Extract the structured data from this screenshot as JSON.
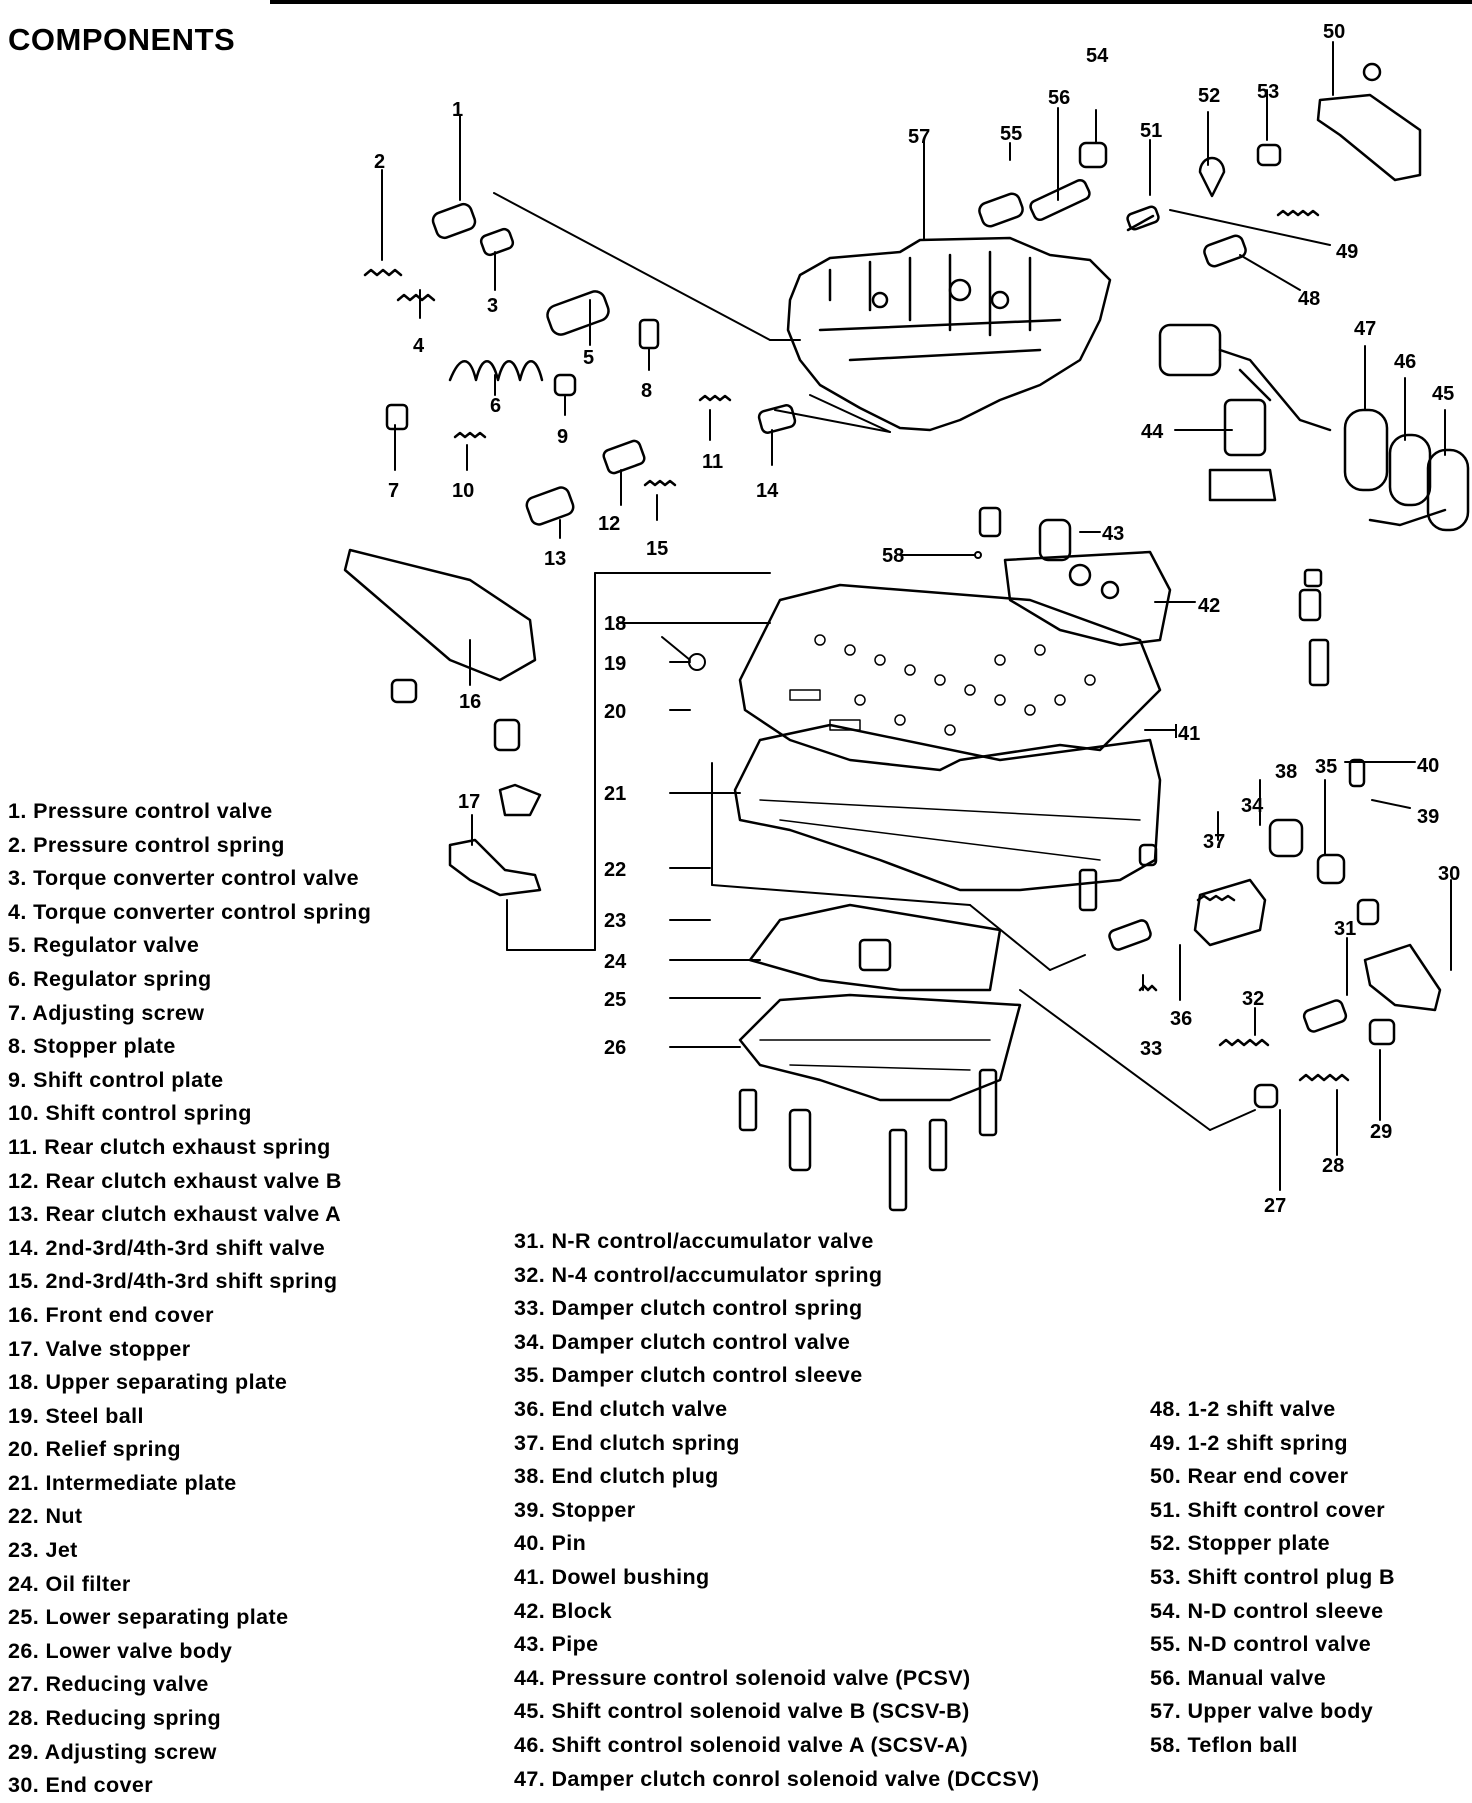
{
  "title": "COMPONENTS",
  "callout_numbers": [
    "1",
    "2",
    "3",
    "4",
    "5",
    "6",
    "7",
    "8",
    "9",
    "10",
    "11",
    "12",
    "13",
    "14",
    "15",
    "16",
    "17",
    "18",
    "19",
    "20",
    "21",
    "22",
    "23",
    "24",
    "25",
    "26",
    "27",
    "28",
    "29",
    "30",
    "31",
    "32",
    "33",
    "34",
    "35",
    "36",
    "37",
    "38",
    "39",
    "40",
    "41",
    "42",
    "43",
    "44",
    "45",
    "46",
    "47",
    "48",
    "49",
    "50",
    "51",
    "52",
    "53",
    "54",
    "55",
    "56",
    "57",
    "58"
  ],
  "legend_left": [
    "1. Pressure control valve",
    "2. Pressure control spring",
    "3. Torque converter control valve",
    "4. Torque converter control spring",
    "5. Regulator valve",
    "6. Regulator spring",
    "7. Adjusting screw",
    "8. Stopper plate",
    "9. Shift control plate",
    "10. Shift control spring",
    "11. Rear clutch exhaust spring",
    "12. Rear clutch exhaust valve B",
    "13. Rear clutch exhaust valve A",
    "14. 2nd-3rd/4th-3rd shift valve",
    "15. 2nd-3rd/4th-3rd shift spring",
    "16. Front end cover",
    "17. Valve stopper",
    "18. Upper separating plate",
    "19. Steel ball",
    "20. Relief spring",
    "21. Intermediate plate",
    "22. Nut",
    "23. Jet",
    "24. Oil filter",
    "25. Lower separating plate",
    "26. Lower valve body",
    "27. Reducing valve",
    "28. Reducing spring",
    "29. Adjusting screw",
    "30. End cover"
  ],
  "legend_middle": [
    "31. N-R control/accumulator valve",
    "32. N-4 control/accumulator spring",
    "33. Damper clutch control spring",
    "34. Damper clutch control valve",
    "35. Damper clutch control sleeve",
    "36. End clutch valve",
    "37. End clutch spring",
    "38. End clutch plug",
    "39. Stopper",
    "40. Pin",
    "41. Dowel bushing",
    "42. Block",
    "43. Pipe",
    "44. Pressure control solenoid valve (PCSV)",
    "45. Shift control solenoid valve B (SCSV-B)",
    "46. Shift control solenoid valve A (SCSV-A)",
    "47. Damper clutch conrol solenoid valve (DCCSV)"
  ],
  "legend_right": [
    "48. 1-2 shift valve",
    "49. 1-2 shift spring",
    "50. Rear end cover",
    "51. Shift control cover",
    "52. Stopper plate",
    "53. Shift control plug B",
    "54. N-D control sleeve",
    "55. N-D control valve",
    "56. Manual valve",
    "57. Upper valve body",
    "58. Teflon ball"
  ]
}
